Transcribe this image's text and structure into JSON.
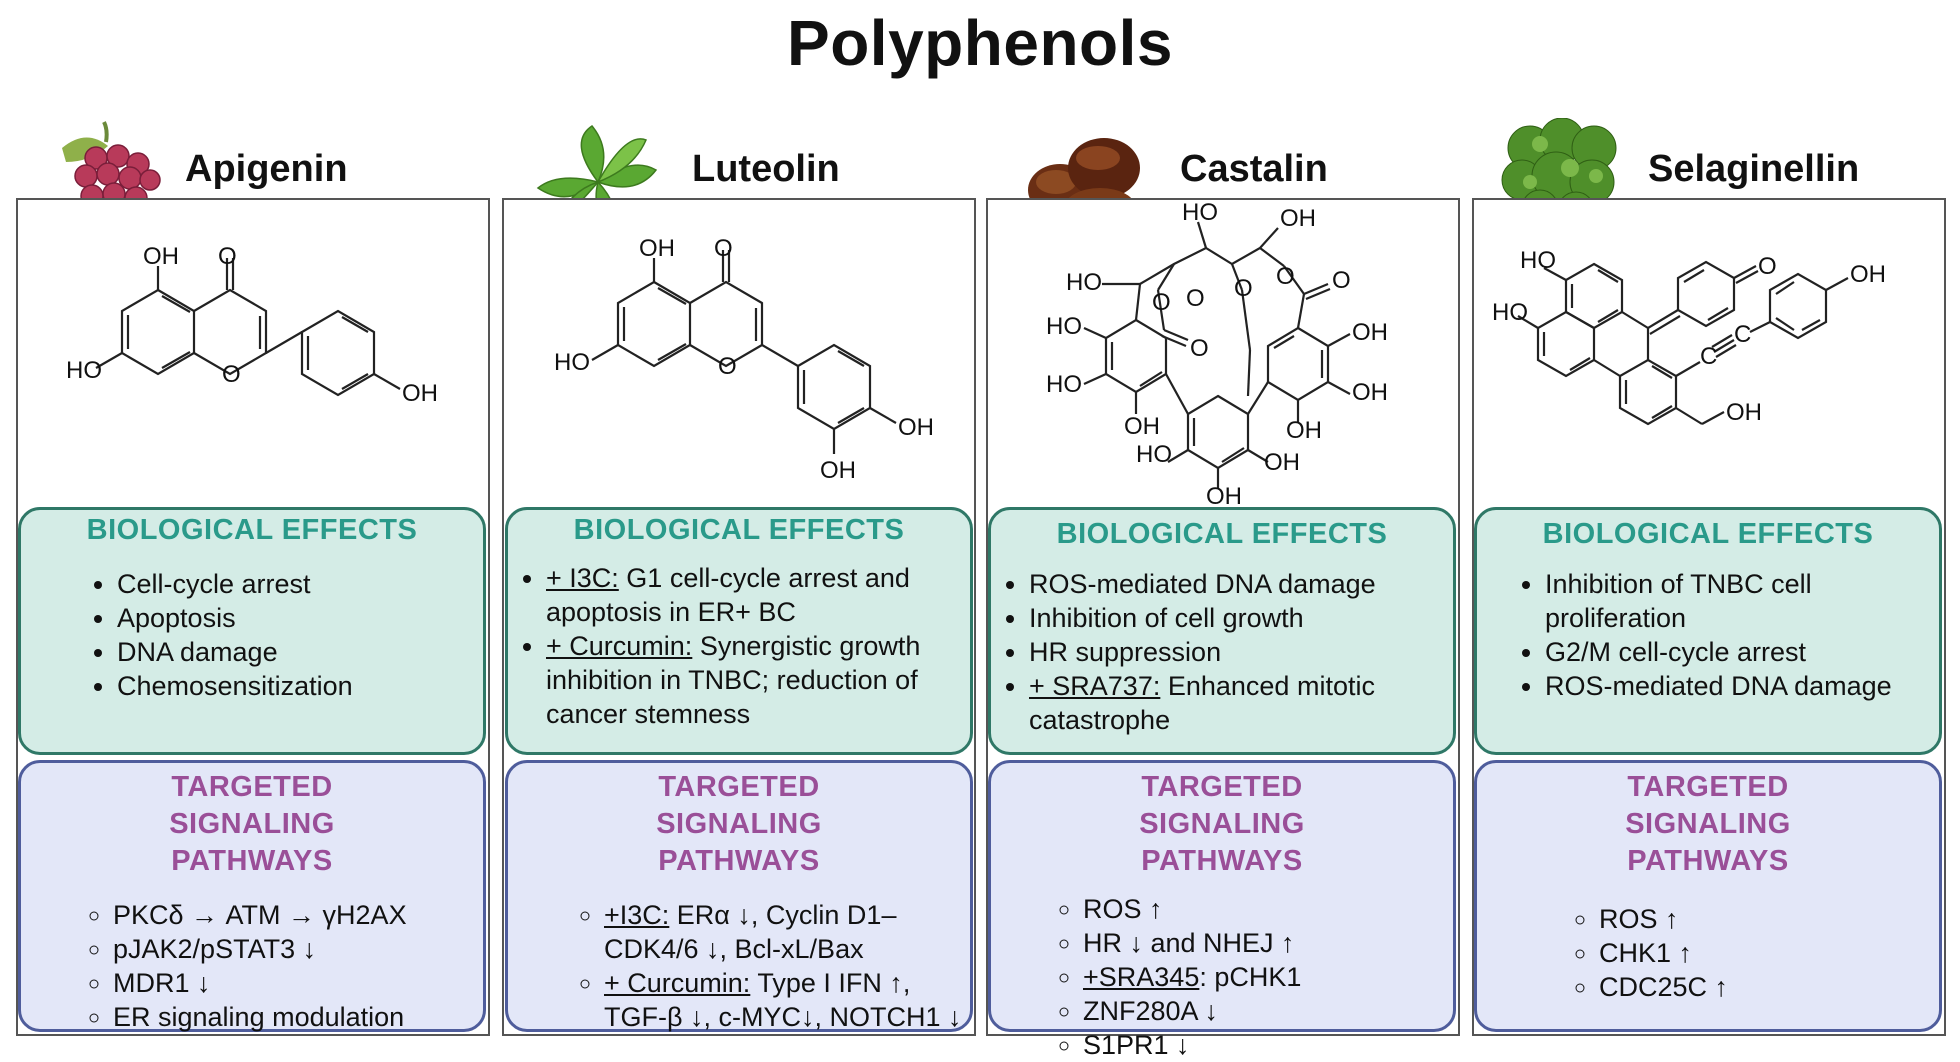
{
  "title": "Polyphenols",
  "panels": [
    {
      "name": "Apigenin",
      "icon": "grapes-icon",
      "structure_labels": {
        "oh_top": "OH",
        "o_top": "O",
        "ho_left": "HO",
        "o_ring": "O",
        "oh_right": "OH"
      },
      "effects_title": "BIOLOGICAL EFFECTS",
      "effects": [
        {
          "u": "",
          "t": "Cell-cycle arrest"
        },
        {
          "u": "",
          "t": "Apoptosis"
        },
        {
          "u": "",
          "t": "DNA damage"
        },
        {
          "u": "",
          "t": "Chemosensitization"
        }
      ],
      "pathways_title": "TARGETED SIGNALING PATHWAYS",
      "pathways": [
        {
          "u": "",
          "t": "PKCδ → ATM → γH2AX"
        },
        {
          "u": "",
          "t": "pJAK2/pSTAT3 ↓"
        },
        {
          "u": "",
          "t": "MDR1 ↓"
        },
        {
          "u": "",
          "t": "ER signaling modulation"
        }
      ]
    },
    {
      "name": "Luteolin",
      "icon": "mint-leaves-icon",
      "structure_labels": {
        "oh_top": "OH",
        "o_top": "O",
        "ho_left": "HO",
        "o_ring": "O",
        "oh_right": "OH",
        "oh_bottom": "OH"
      },
      "effects_title": "BIOLOGICAL EFFECTS",
      "effects": [
        {
          "u": "+ I3C:",
          "t": " G1 cell-cycle arrest and apoptosis in ER+ BC"
        },
        {
          "u": " + Curcumin:",
          "t": " Synergistic growth inhibition in TNBC; reduction of cancer stemness"
        }
      ],
      "pathways_title": "TARGETED SIGNALING PATHWAYS",
      "pathways": [
        {
          "u": "+I3C:",
          "t": " ERα ↓, Cyclin D1–CDK4/6 ↓, Bcl-xL/Bax"
        },
        {
          "u": "+ Curcumin:",
          "t": " Type I IFN ↑, TGF-β ↓, c-MYC↓, NOTCH1 ↓"
        }
      ]
    },
    {
      "name": "Castalin",
      "icon": "chestnuts-icon",
      "structure_labels": {
        "ho1": "HO",
        "oh1": "OH",
        "ho2": "HO",
        "ho3": "HO",
        "ho4": "HO",
        "oh2": "OH",
        "oh3": "OH",
        "oh4": "OH",
        "ho5": "HO",
        "oh5": "OH",
        "oh6": "OH",
        "oh7": "OH",
        "o1": "O",
        "o2": "O",
        "o3": "O",
        "o4": "O",
        "o5": "O",
        "o6": "O"
      },
      "effects_title": "BIOLOGICAL EFFECTS",
      "effects": [
        {
          "u": "",
          "t": "ROS-mediated DNA damage"
        },
        {
          "u": "",
          "t": "Inhibition of  cell growth"
        },
        {
          "u": "",
          "t": "HR suppression"
        },
        {
          "u": "+ SRA737:",
          "t": " Enhanced mitotic catastrophe"
        }
      ],
      "pathways_title": "TARGETED SIGNALING PATHWAYS",
      "pathways": [
        {
          "u": "",
          "t": "ROS ↑"
        },
        {
          "u": "",
          "t": "HR ↓ and NHEJ ↑"
        },
        {
          "u": "+SRA345",
          "t": ": pCHK1"
        },
        {
          "u": "",
          "t": "ZNF280A ↓"
        },
        {
          "u": "",
          "t": " S1PR1 ↓"
        }
      ]
    },
    {
      "name": "Selaginellin",
      "icon": "fern-plant-icon",
      "structure_labels": {
        "ho1": "HO",
        "o1": "O",
        "oh1": "OH",
        "ho2": "HO",
        "c1": "C",
        "c2": "C",
        "oh2": "OH"
      },
      "effects_title": "BIOLOGICAL EFFECTS",
      "effects": [
        {
          "u": "",
          "t": "Inhibition of TNBC cell proliferation"
        },
        {
          "u": "",
          "t": "G2/M cell-cycle arrest"
        },
        {
          "u": "",
          "t": "ROS-mediated DNA damage"
        }
      ],
      "pathways_title": "TARGETED SIGNALING PATHWAYS",
      "pathways": [
        {
          "u": "",
          "t": "ROS ↑"
        },
        {
          "u": "",
          "t": "CHK1 ↑"
        },
        {
          "u": "",
          "t": "CDC25C ↑"
        }
      ]
    }
  ]
}
